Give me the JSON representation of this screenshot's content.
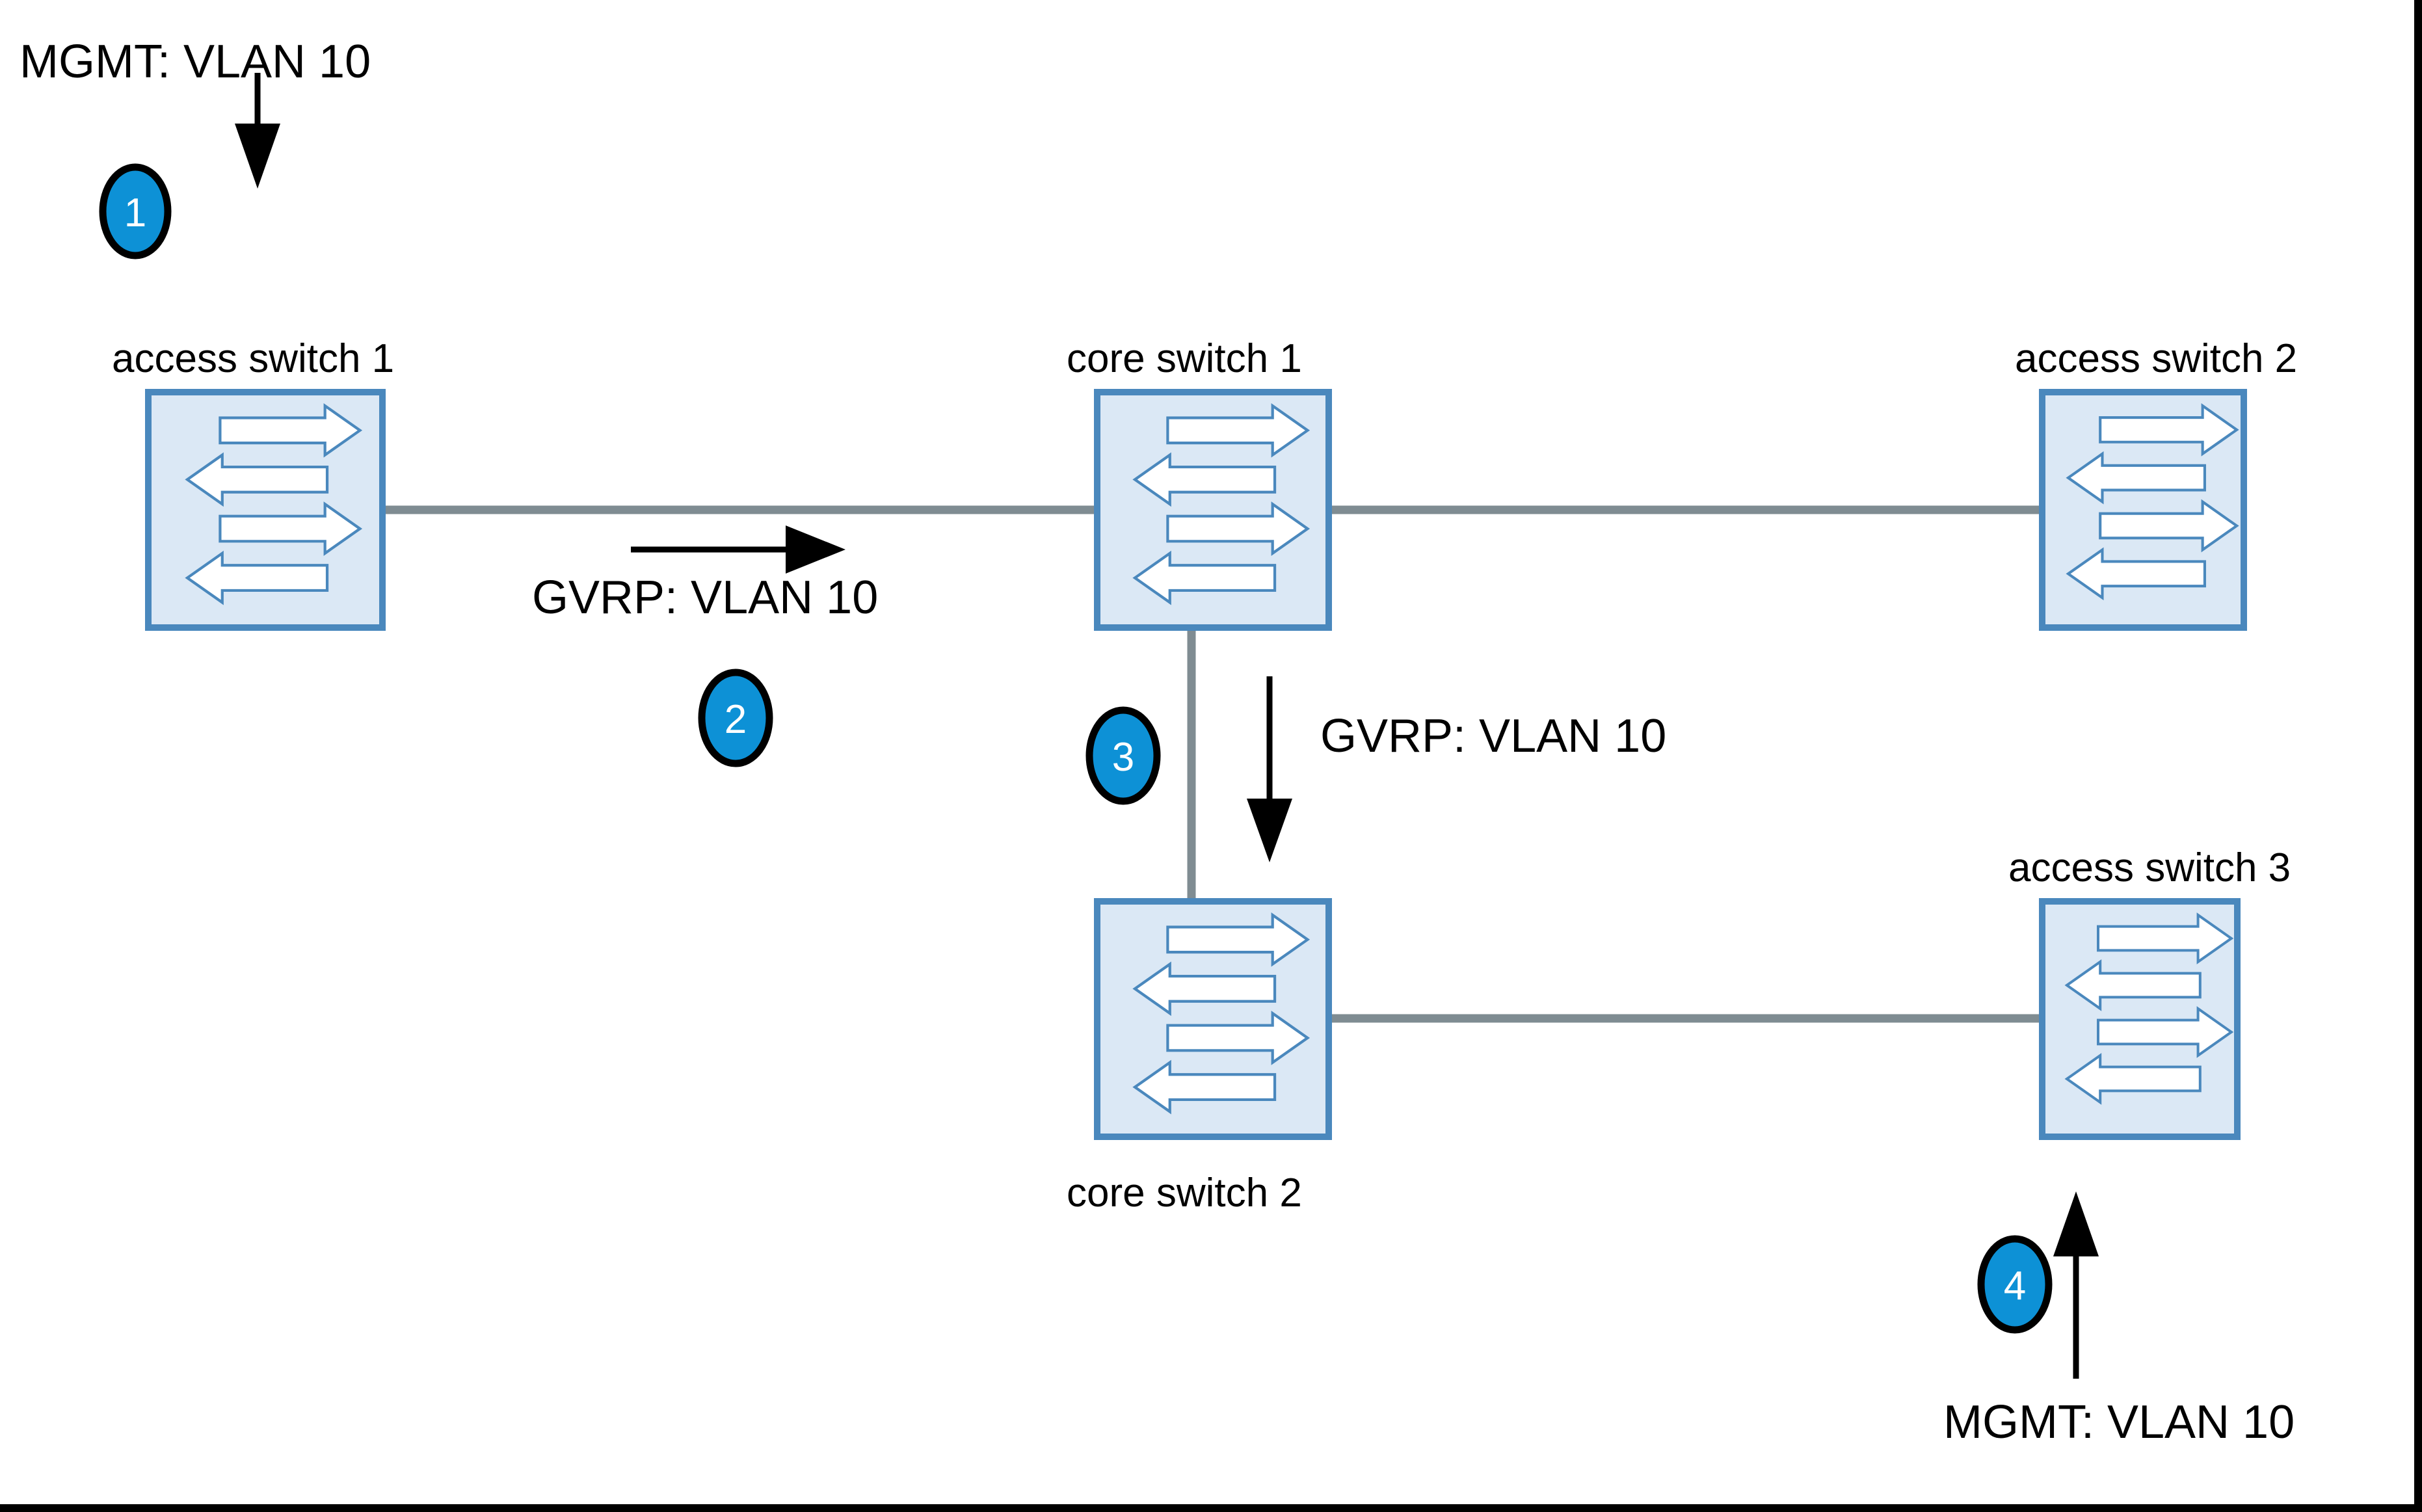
{
  "diagram": {
    "title": "GVRP VLAN 10 propagation across core and access switches",
    "type": "network-topology",
    "background_color": "#ffffff"
  },
  "colors": {
    "switch_fill": "#dbe8f5",
    "switch_stroke": "#4a88bd",
    "arrow_glyph_fill": "#ffffff",
    "arrow_glyph_stroke": "#4a88bd",
    "link_line": "#7f8c92",
    "flow_arrow": "#000000",
    "badge_fill": "#0d91d6",
    "badge_stroke": "#000000",
    "badge_text": "#ffffff",
    "label_text": "#000000"
  },
  "nodes": [
    {
      "id": "access-switch-1",
      "label": "access switch 1",
      "label_position": "above",
      "icon": "switch-icon"
    },
    {
      "id": "core-switch-1",
      "label": "core switch 1",
      "label_position": "above",
      "icon": "switch-icon"
    },
    {
      "id": "access-switch-2",
      "label": "access switch 2",
      "label_position": "above",
      "icon": "switch-icon"
    },
    {
      "id": "core-switch-2",
      "label": "core switch 2",
      "label_position": "below",
      "icon": "switch-icon"
    },
    {
      "id": "access-switch-3",
      "label": "access switch 3",
      "label_position": "above",
      "icon": "switch-icon"
    }
  ],
  "links": [
    {
      "id": "link-as1-cs1",
      "from": "access-switch-1",
      "to": "core-switch-1",
      "orientation": "horizontal"
    },
    {
      "id": "link-cs1-as2",
      "from": "core-switch-1",
      "to": "access-switch-2",
      "orientation": "horizontal"
    },
    {
      "id": "link-cs1-cs2",
      "from": "core-switch-1",
      "to": "core-switch-2",
      "orientation": "vertical"
    },
    {
      "id": "link-cs2-as3",
      "from": "core-switch-2",
      "to": "access-switch-3",
      "orientation": "horizontal"
    }
  ],
  "flows": [
    {
      "id": "flow-1",
      "step": "1",
      "label": "MGMT: VLAN 10",
      "label_position": "top-left",
      "arrow_direction": "down",
      "target": "access-switch-1"
    },
    {
      "id": "flow-2",
      "step": "2",
      "label": "GVRP: VLAN 10",
      "label_position": "between-as1-and-cs1",
      "arrow_direction": "right",
      "target": "core-switch-1"
    },
    {
      "id": "flow-3",
      "step": "3",
      "label": "GVRP: VLAN 10",
      "label_position": "between-cs1-and-cs2",
      "arrow_direction": "down",
      "target": "core-switch-2"
    },
    {
      "id": "flow-4",
      "step": "4",
      "label": "MGMT: VLAN 10",
      "label_position": "bottom-right",
      "arrow_direction": "up",
      "target": "access-switch-3"
    }
  ],
  "badges": [
    {
      "id": "badge-1",
      "number": "1"
    },
    {
      "id": "badge-2",
      "number": "2"
    },
    {
      "id": "badge-3",
      "number": "3"
    },
    {
      "id": "badge-4",
      "number": "4"
    }
  ]
}
